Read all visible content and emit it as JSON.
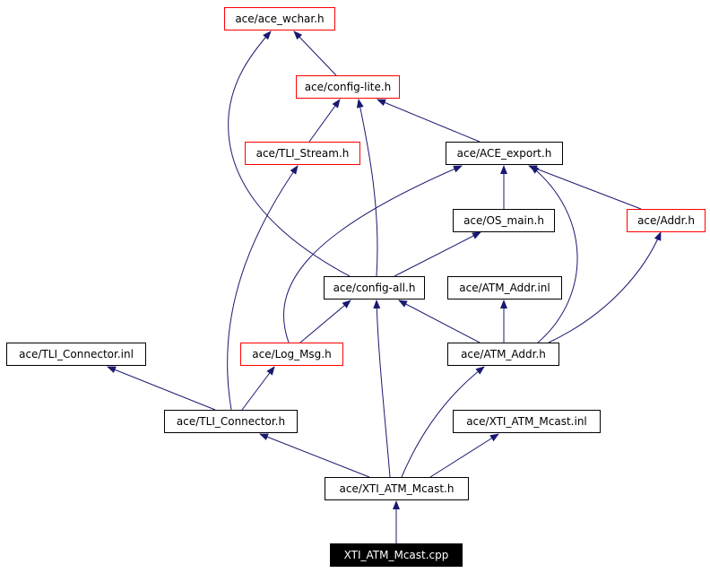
{
  "graph": {
    "nodes": {
      "ace_wchar": {
        "label": "ace/ace_wchar.h"
      },
      "config_lite": {
        "label": "ace/config-lite.h"
      },
      "tli_stream": {
        "label": "ace/TLI_Stream.h"
      },
      "ace_export": {
        "label": "ace/ACE_export.h"
      },
      "os_main": {
        "label": "ace/OS_main.h"
      },
      "addr": {
        "label": "ace/Addr.h"
      },
      "config_all": {
        "label": "ace/config-all.h"
      },
      "atm_addr_inl": {
        "label": "ace/ATM_Addr.inl"
      },
      "tli_connector_inl": {
        "label": "ace/TLI_Connector.inl"
      },
      "log_msg": {
        "label": "ace/Log_Msg.h"
      },
      "atm_addr_h": {
        "label": "ace/ATM_Addr.h"
      },
      "tli_connector_h": {
        "label": "ace/TLI_Connector.h"
      },
      "xti_atm_mcast_inl": {
        "label": "ace/XTI_ATM_Mcast.inl"
      },
      "xti_atm_mcast_h": {
        "label": "ace/XTI_ATM_Mcast.h"
      },
      "xti_atm_mcast_cpp": {
        "label": "XTI_ATM_Mcast.cpp"
      }
    },
    "colors": {
      "edge": "#191970",
      "undocumented_border": "#ff0000",
      "documented_border": "#000000"
    }
  }
}
